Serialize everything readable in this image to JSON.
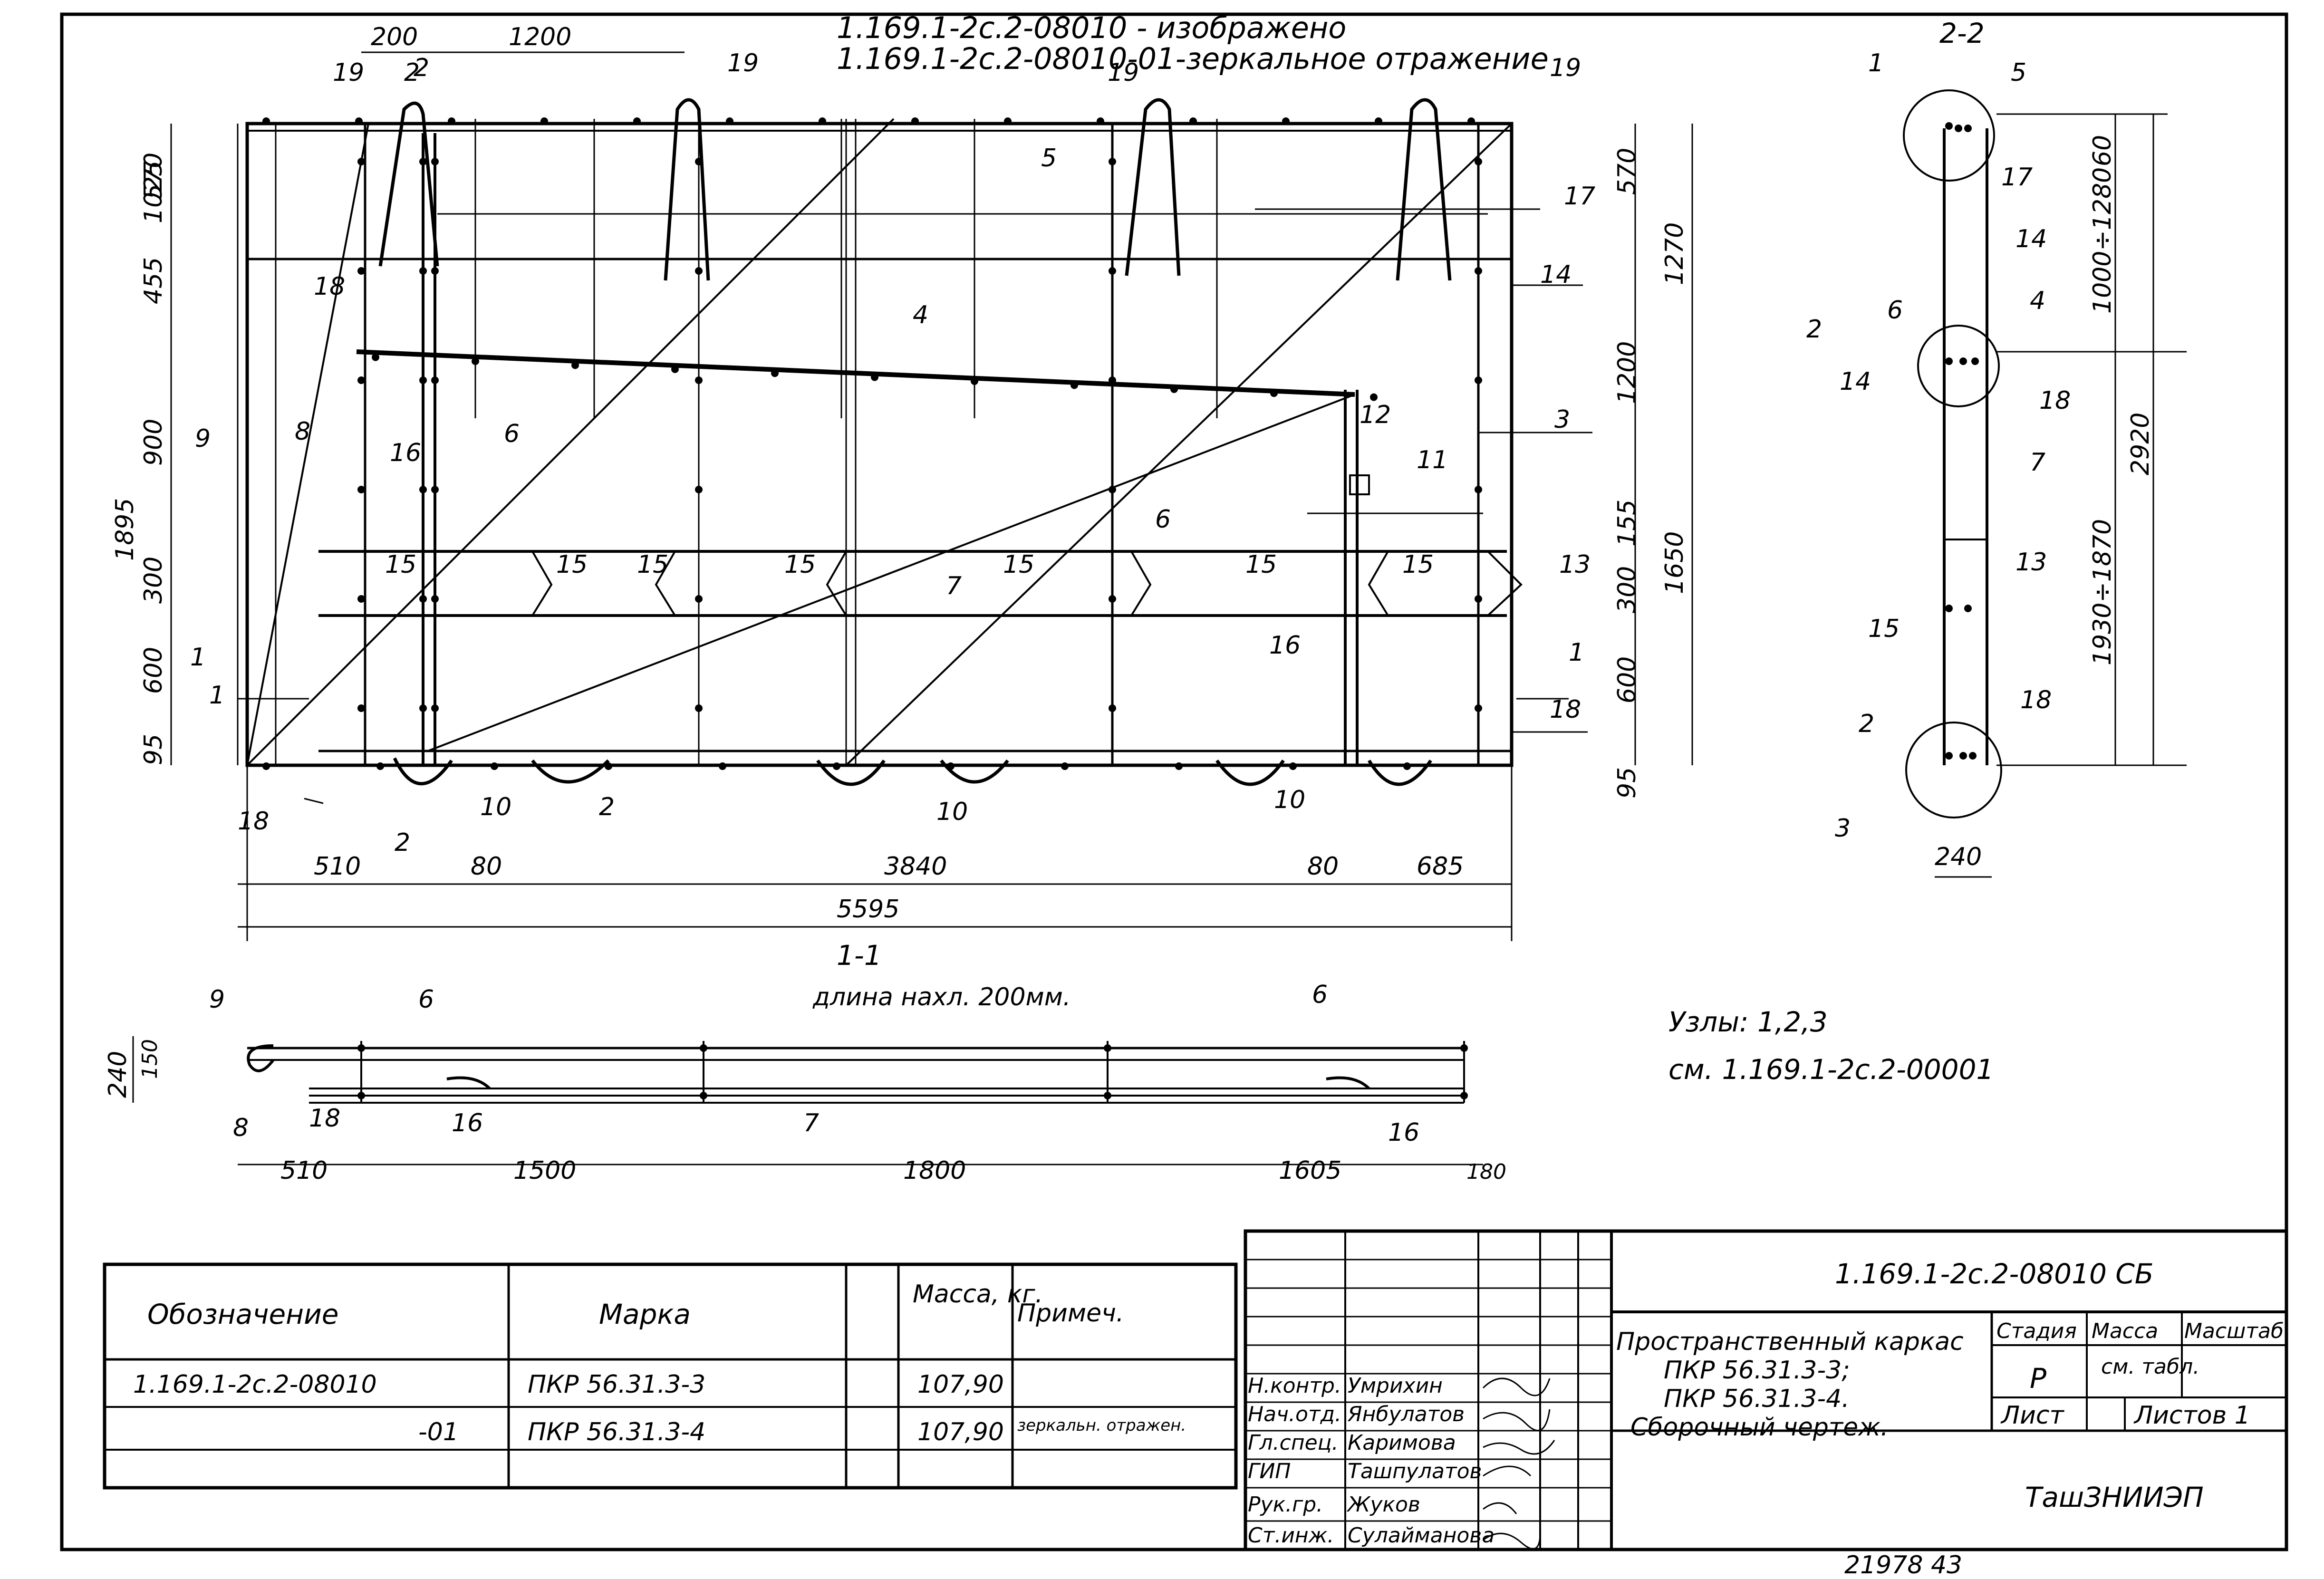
{
  "header": {
    "line1": "1.169.1-2с.2-08010 - изображено",
    "line2": "1.169.1-2с.2-08010-01-зеркальное отражение"
  },
  "section_2_2": {
    "title": "2-2"
  },
  "section_1_1": {
    "title": "1-1",
    "lap_note": "длина нахл. 200мм."
  },
  "nodes_note": {
    "line1": "Узлы: 1,2,3",
    "line2": "см. 1.169.1-2с.2-00001"
  },
  "main_view": {
    "left_dims": [
      "1025",
      "570",
      "455",
      "900",
      "1895",
      "300",
      "600",
      "95"
    ],
    "right_dims": [
      "570",
      "1270",
      "1200",
      "1650",
      "155",
      "300",
      "600",
      "95"
    ],
    "top_dims": [
      "200",
      "1200",
      "2"
    ],
    "bottom_dims": [
      "510",
      "80",
      "3840",
      "80",
      "685",
      "5595"
    ],
    "section_marks": [
      "1",
      "1",
      "2",
      "2",
      "1"
    ],
    "labels": [
      "19",
      "19",
      "19",
      "19",
      "5",
      "17",
      "14",
      "18",
      "4",
      "9",
      "8",
      "16",
      "6",
      "3",
      "12",
      "11",
      "6",
      "15",
      "15",
      "15",
      "15",
      "15",
      "7",
      "15",
      "15",
      "13",
      "16",
      "18",
      "18",
      "10",
      "2",
      "10",
      "10"
    ]
  },
  "section_2_2_dims": {
    "dims": [
      "60",
      "1000÷1280",
      "2920",
      "1930÷1870",
      "240"
    ],
    "labels": [
      "1",
      "5",
      "17",
      "14",
      "6",
      "4",
      "2",
      "18",
      "14",
      "7",
      "13",
      "15",
      "2",
      "18",
      "3"
    ]
  },
  "section_1_1_dims": {
    "dims": [
      "240",
      "150",
      "510",
      "1500",
      "1800",
      "1605",
      "180"
    ],
    "labels": [
      "9",
      "6",
      "6",
      "8",
      "18",
      "16",
      "7",
      "16"
    ]
  },
  "spec_table": {
    "headers": [
      "Обозначение",
      "Марка",
      "",
      "Масса, кг.",
      "Примеч."
    ],
    "rows": [
      [
        "1.169.1-2с.2-08010",
        "ПКР 56.31.3-3",
        "",
        "107,90",
        ""
      ],
      [
        "-01",
        "ПКР 56.31.3-4",
        "",
        "107,90",
        "зеркальн. отражен."
      ],
      [
        "",
        "",
        "",
        "",
        ""
      ]
    ]
  },
  "title_block": {
    "code": "1.169.1-2с.2-08010 СБ",
    "title_lines": [
      "Пространственный каркас",
      "ПКР 56.31.3-3;",
      "ПКР 56.31.3-4.",
      "Сборочный чертеж."
    ],
    "stage_header": "Стадия",
    "mass_header": "Масса",
    "scale_header": "Масштаб",
    "stage_value": "Р",
    "mass_value": "см. табл.",
    "sheet_label": "Лист",
    "sheets_label": "Листов 1",
    "org": "ТашЗНИИЭП",
    "signatures": [
      {
        "role": "Н.контр.",
        "name": "Умрихин"
      },
      {
        "role": "Нач.отд.",
        "name": "Янбулатов"
      },
      {
        "role": "Гл.спец.",
        "name": "Каримова"
      },
      {
        "role": "ГИП",
        "name": "Ташпулатов"
      },
      {
        "role": "Рук.гр.",
        "name": "Жуков"
      },
      {
        "role": "Ст.инж.",
        "name": "Сулайманова"
      }
    ],
    "footer_number": "21978 43"
  }
}
